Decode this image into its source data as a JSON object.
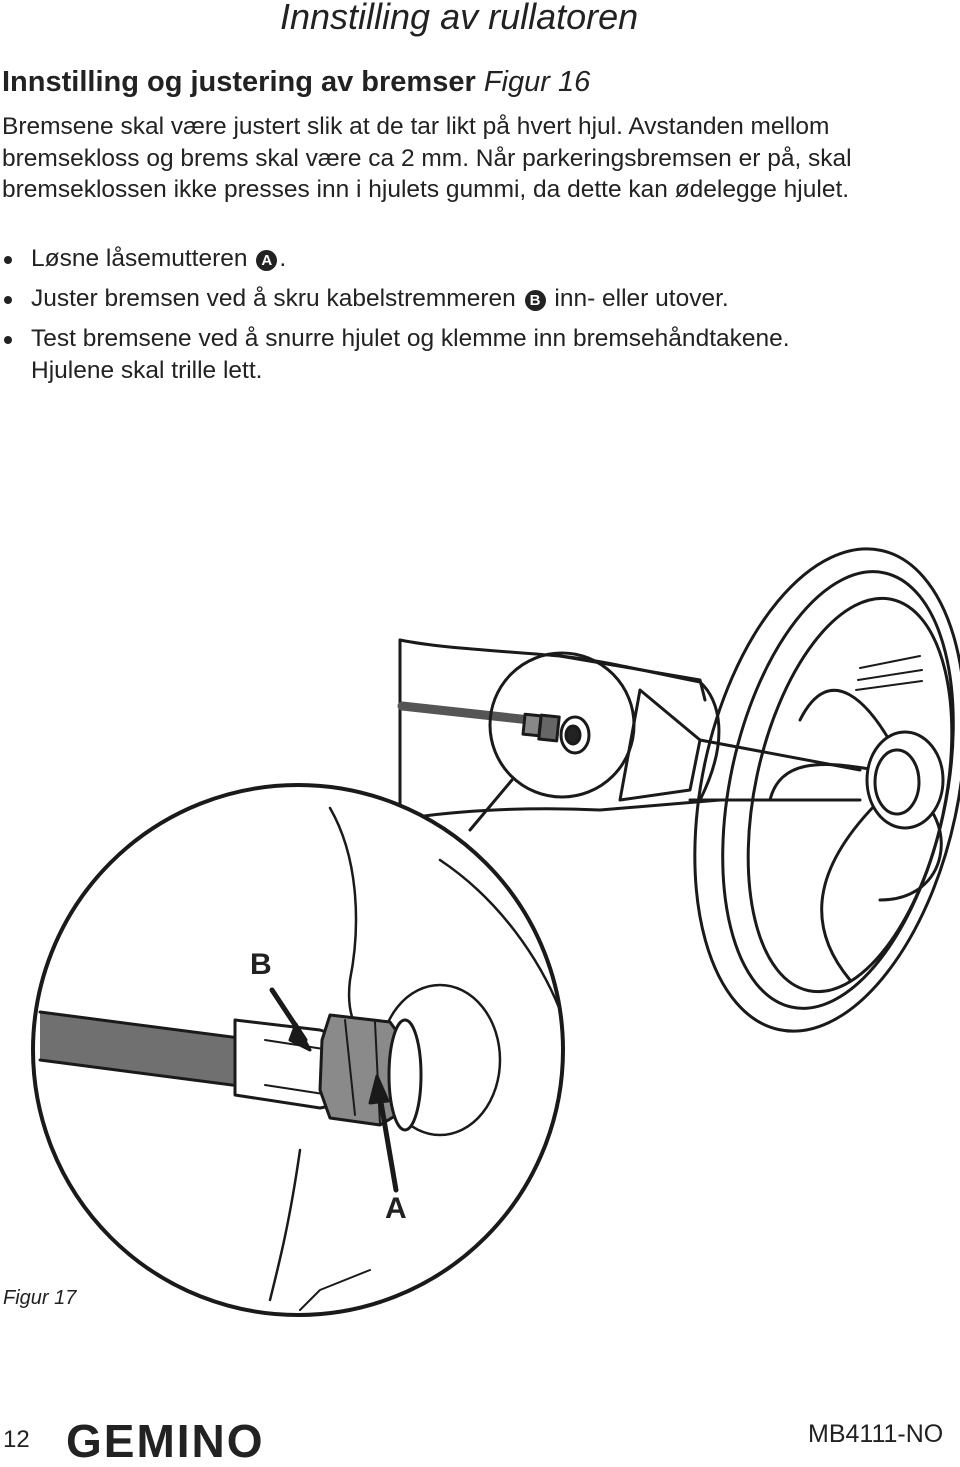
{
  "header": {
    "title": "Innstilling av rullatoren"
  },
  "section": {
    "heading": "Innstilling og justering av bremser",
    "figure_ref": "Figur 16",
    "intro_lines": [
      "Bremsene skal være justert slik at de tar likt på hvert hjul. Avstanden mellom",
      "bremsekloss og brems skal være ca 2 mm. Når parkeringsbremsen er på, skal",
      "bremseklossen ikke presses inn i hjulets gummi, da dette kan ødelegge hjulet."
    ]
  },
  "steps": [
    {
      "before": "Løsne låsemutteren",
      "badge": "A",
      "after": ".",
      "line2": ""
    },
    {
      "before": "Juster bremsen ved å skru kabelstremmeren",
      "badge": "B",
      "after": " inn- eller utover.",
      "line2": ""
    },
    {
      "before": "Test bremsene ved å snurre hjulet og klemme inn bremsehåndtakene.",
      "badge": "",
      "after": "",
      "line2": "Hjulene skal trille lett."
    }
  ],
  "figure": {
    "label_b": "B",
    "label_a": "A",
    "caption": "Figur 17"
  },
  "footer": {
    "page_number": "12",
    "logo_text": "GEMINO",
    "doc_code": "MB4111-NO"
  },
  "colors": {
    "text": "#222222",
    "rod": "#707070",
    "nut": "#8a8a8a"
  }
}
